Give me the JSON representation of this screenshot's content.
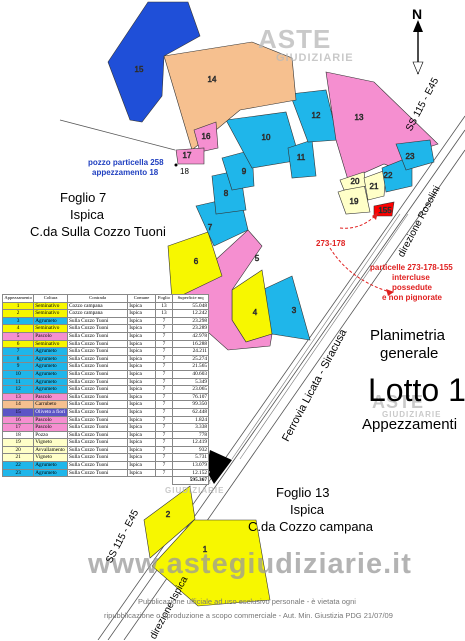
{
  "colors": {
    "seminativo": "#f7f700",
    "agrumeto": "#1fb6ea",
    "pascolo": "#f58fd0",
    "orange_parcel": "#f6c08f",
    "blue_parcel": "#1f4fd8",
    "interclusa": "#ff0000",
    "oliveto": "#5b54c6",
    "vigneto_light": "#ffffc8"
  },
  "north_label": "N",
  "parcels": [
    {
      "num": "1",
      "color": "seminativo"
    },
    {
      "num": "2",
      "color": "seminativo"
    },
    {
      "num": "3",
      "color": "agrumeto"
    },
    {
      "num": "4",
      "color": "seminativo"
    },
    {
      "num": "5",
      "color": "pascolo"
    },
    {
      "num": "6",
      "color": "seminativo"
    },
    {
      "num": "7",
      "color": "agrumeto"
    },
    {
      "num": "8",
      "color": "agrumeto"
    },
    {
      "num": "9",
      "color": "agrumeto"
    },
    {
      "num": "10",
      "color": "agrumeto"
    },
    {
      "num": "11",
      "color": "agrumeto"
    },
    {
      "num": "12",
      "color": "agrumeto"
    },
    {
      "num": "13",
      "color": "pascolo"
    },
    {
      "num": "14",
      "color": "orange_parcel"
    },
    {
      "num": "15",
      "color": "blue_parcel"
    },
    {
      "num": "16",
      "color": "pascolo"
    },
    {
      "num": "17",
      "color": "pascolo"
    },
    {
      "num": "18",
      "color": "pascolo"
    },
    {
      "num": "19",
      "color": "vigneto_light"
    },
    {
      "num": "20",
      "color": "vigneto_light"
    },
    {
      "num": "21",
      "color": "vigneto_light"
    },
    {
      "num": "22",
      "color": "agrumeto"
    },
    {
      "num": "23",
      "color": "agrumeto"
    },
    {
      "num": "155",
      "color": "interclusa"
    }
  ],
  "labels": {
    "pozzo_line1": "pozzo particella 258",
    "pozzo_line2": "appezzamento 18",
    "foglio7_line1": "Foglio 7",
    "foglio7_line2": "Ispica",
    "foglio7_line3": "C.da Sulla Cozzo Tuoni",
    "foglio13_line1": "Foglio 13",
    "foglio13_line2": "Ispica",
    "foglio13_line3": "C.da Cozzo campana",
    "ss115_top": "SS 115 - E45",
    "direzione_rosolini": "direzione Rosolini",
    "ferrovia": "Ferrovia Licata - Siracusa",
    "ss115_bottom": "SS 115 - E45",
    "direzione_ispica": "direzione Ispica",
    "particelle_273_178": "273-178",
    "intercluse_line1": "particelle 273-178-155",
    "intercluse_line2": "intercluse",
    "intercluse_line3": "possedute",
    "intercluse_line4": "e non pignorate",
    "planimetria_line1": "Planimetria",
    "planimetria_line2": "generale",
    "lotto": "Lotto 1",
    "appezzamenti": "Appezzamenti",
    "watermark_aste": "ASTE",
    "watermark_giudiziarie": "GIUDIZIARIE",
    "watermark_url": "www.astegiudiziarie.it",
    "footer_line1": "Pubblicazione ufficiale ad uso esclusivo personale - è vietata ogni",
    "footer_line2": "ripubblicazione o riproduzione a scopo commerciale - Aut. Min. Giustizia PDG 21/07/09"
  },
  "legend": {
    "headers": [
      "Appezzamento",
      "Coltura",
      "Contrada",
      "Comune",
      "Foglio",
      "Superficie mq"
    ],
    "rows": [
      {
        "app": "1",
        "coltura": "Seminativo",
        "contrada": "Cozzo campana",
        "comune": "Ispica",
        "foglio": "13",
        "sup": "55.048",
        "color": "seminativo"
      },
      {
        "app": "2",
        "coltura": "Seminativo",
        "contrada": "Cozzo campana",
        "comune": "Ispica",
        "foglio": "13",
        "sup": "12.242",
        "color": "seminativo"
      },
      {
        "app": "3",
        "coltura": "Agrumeto",
        "contrada": "Sulla Cozzo Tuoni",
        "comune": "Ispica",
        "foglio": "7",
        "sup": "23.298",
        "color": "agrumeto"
      },
      {
        "app": "4",
        "coltura": "Seminativo",
        "contrada": "Sulla Cozzo Tuoni",
        "comune": "Ispica",
        "foglio": "7",
        "sup": "23.289",
        "color": "seminativo"
      },
      {
        "app": "5",
        "coltura": "Pascolo",
        "contrada": "Sulla Cozzo Tuoni",
        "comune": "Ispica",
        "foglio": "7",
        "sup": "42.978",
        "color": "pascolo"
      },
      {
        "app": "6",
        "coltura": "Seminativo",
        "contrada": "Sulla Cozzo Tuoni",
        "comune": "Ispica",
        "foglio": "7",
        "sup": "16.288",
        "color": "seminativo"
      },
      {
        "app": "7",
        "coltura": "Agrumeto",
        "contrada": "Sulla Cozzo Tuoni",
        "comune": "Ispica",
        "foglio": "7",
        "sup": "24.211",
        "color": "agrumeto"
      },
      {
        "app": "8",
        "coltura": "Agrumeto",
        "contrada": "Sulla Cozzo Tuoni",
        "comune": "Ispica",
        "foglio": "7",
        "sup": "25.274",
        "color": "agrumeto"
      },
      {
        "app": "9",
        "coltura": "Agrumeto",
        "contrada": "Sulla Cozzo Tuoni",
        "comune": "Ispica",
        "foglio": "7",
        "sup": "21.565",
        "color": "agrumeto"
      },
      {
        "app": "10",
        "coltura": "Agrumeto",
        "contrada": "Sulla Cozzo Tuoni",
        "comune": "Ispica",
        "foglio": "7",
        "sup": "40.603",
        "color": "agrumeto"
      },
      {
        "app": "11",
        "coltura": "Agrumeto",
        "contrada": "Sulla Cozzo Tuoni",
        "comune": "Ispica",
        "foglio": "7",
        "sup": "5.349",
        "color": "agrumeto"
      },
      {
        "app": "12",
        "coltura": "Agrumeto",
        "contrada": "Sulla Cozzo Tuoni",
        "comune": "Ispica",
        "foglio": "7",
        "sup": "23.065",
        "color": "agrumeto"
      },
      {
        "app": "13",
        "coltura": "Pascolo",
        "contrada": "Sulla Cozzo Tuoni",
        "comune": "Ispica",
        "foglio": "7",
        "sup": "76.107",
        "color": "pascolo"
      },
      {
        "app": "14",
        "coltura": "Carrubeto",
        "contrada": "Sulla Cozzo Tuoni",
        "comune": "Ispica",
        "foglio": "7",
        "sup": "99.350",
        "color": "orange_parcel"
      },
      {
        "app": "15",
        "coltura": "Oliveto a fiori",
        "contrada": "Sulla Cozzo Tuoni",
        "comune": "Ispica",
        "foglio": "7",
        "sup": "62.448",
        "color": "oliveto"
      },
      {
        "app": "16",
        "coltura": "Pascolo",
        "contrada": "Sulla Cozzo Tuoni",
        "comune": "Ispica",
        "foglio": "7",
        "sup": "1.824",
        "color": "pascolo"
      },
      {
        "app": "17",
        "coltura": "Pascolo",
        "contrada": "Sulla Cozzo Tuoni",
        "comune": "Ispica",
        "foglio": "7",
        "sup": "3.338",
        "color": "pascolo"
      },
      {
        "app": "18",
        "coltura": "Pozzo",
        "contrada": "Sulla Cozzo Tuoni",
        "comune": "Ispica",
        "foglio": "7",
        "sup": "778",
        "color": "none"
      },
      {
        "app": "19",
        "coltura": "Vigneto",
        "contrada": "Sulla Cozzo Tuoni",
        "comune": "Ispica",
        "foglio": "7",
        "sup": "12.419",
        "color": "vigneto_light"
      },
      {
        "app": "20",
        "coltura": "Avvallamento",
        "contrada": "Sulla Cozzo Tuoni",
        "comune": "Ispica",
        "foglio": "7",
        "sup": "932",
        "color": "vigneto_light"
      },
      {
        "app": "21",
        "coltura": "Vigneto",
        "contrada": "Sulla Cozzo Tuoni",
        "comune": "Ispica",
        "foglio": "7",
        "sup": "5.731",
        "color": "vigneto_light"
      },
      {
        "app": "22",
        "coltura": "Agrumeto",
        "contrada": "Sulla Cozzo Tuoni",
        "comune": "Ispica",
        "foglio": "7",
        "sup": "13.079",
        "color": "agrumeto"
      },
      {
        "app": "23",
        "coltura": "Agrumeto",
        "contrada": "Sulla Cozzo Tuoni",
        "comune": "Ispica",
        "foglio": "7",
        "sup": "12.152",
        "color": "agrumeto"
      }
    ],
    "total": "595.367"
  }
}
